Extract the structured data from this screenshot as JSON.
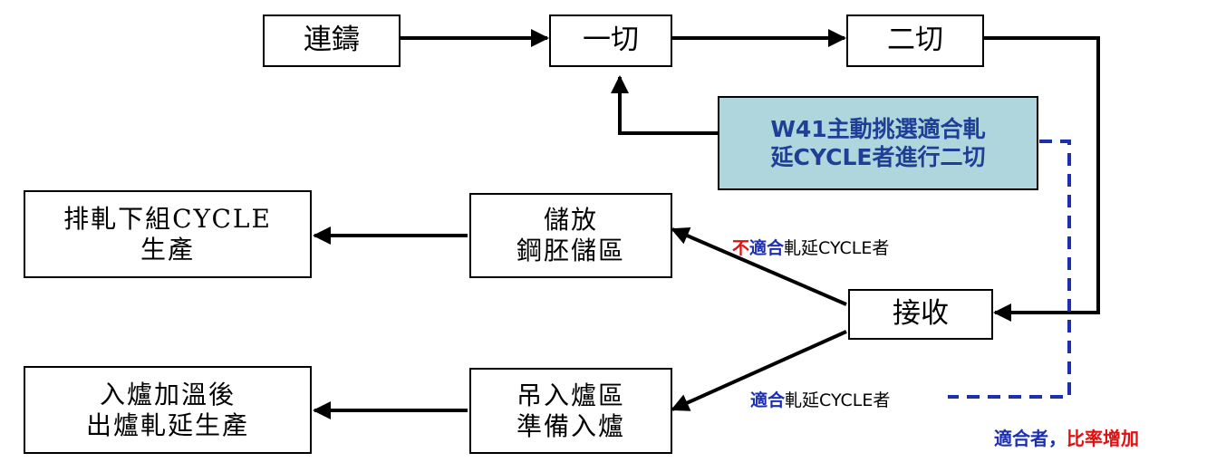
{
  "boxes": {
    "continuous_casting": [
      "連鑄"
    ],
    "first_cut": [
      "一切"
    ],
    "second_cut": [
      "二切"
    ],
    "w41_select": [
      "W41主動挑選適合軋",
      "延CYCLE者進行二切"
    ],
    "next_cycle": [
      "排軋下組CYCLE",
      "生產"
    ],
    "storage": [
      "儲放",
      "鋼胚儲區"
    ],
    "receive": [
      "接收"
    ],
    "furnace_prod": [
      "入爐加溫後",
      "出爐軋延生產"
    ],
    "lift_furnace": [
      "吊入爐區",
      "準備入爐"
    ]
  },
  "labels": {
    "unsuitable": {
      "neg": "不",
      "fit": "適合",
      "rest": "軋延CYCLE者"
    },
    "suitable": {
      "fit": "適合",
      "rest": "軋延CYCLE者"
    },
    "suitable_note": {
      "who": "適合者",
      "comma": "，",
      "ratio": "比率增加"
    }
  },
  "colors": {
    "highlight_fill": "#aed6dc",
    "highlight_text": "#1f3f96",
    "dashed_line": "#1c2fb0",
    "emphasis_red": "#e01010",
    "emphasis_blue": "#1c2fb0"
  }
}
